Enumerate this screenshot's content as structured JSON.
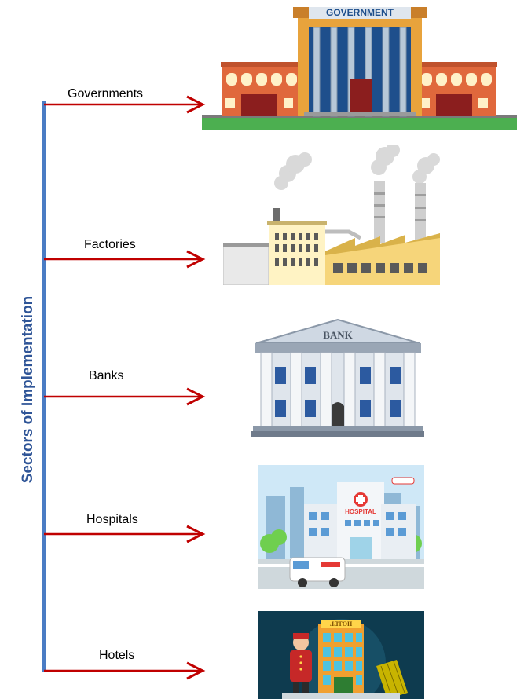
{
  "diagram": {
    "axis_title": "Sectors of Implementation",
    "colors": {
      "axis_line": "#4a7cc4",
      "arrow": "#c00000",
      "axis_title": "#2f5597"
    },
    "sectors": [
      {
        "label": "Governments",
        "icon": "government-building-icon",
        "sign": "GOVERNMENT"
      },
      {
        "label": "Factories",
        "icon": "factory-icon",
        "sign": ""
      },
      {
        "label": "Banks",
        "icon": "bank-building-icon",
        "sign": "BANK"
      },
      {
        "label": "Hospitals",
        "icon": "hospital-icon",
        "sign": "HOSPITAL"
      },
      {
        "label": "Hotels",
        "icon": "hotel-icon",
        "sign": "HOTEL"
      }
    ]
  }
}
